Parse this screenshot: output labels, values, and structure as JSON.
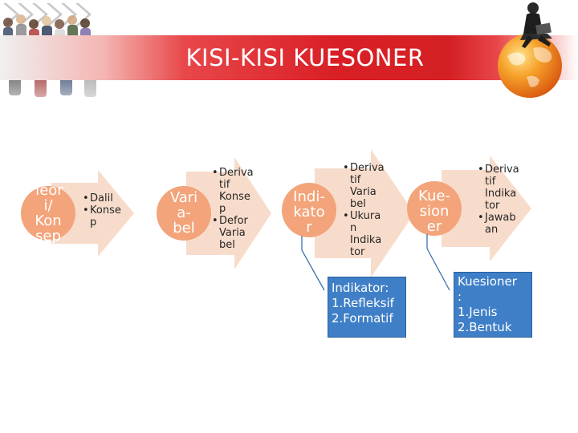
{
  "header": {
    "title": "KISI-KISI KUESONER"
  },
  "process": [
    {
      "name_lines": [
        "Teor",
        "i/",
        "Kon",
        "sep"
      ],
      "bullets": [
        "Dalil",
        "Konse p"
      ]
    },
    {
      "name_lines": [
        "Vari",
        "a-",
        "bel"
      ],
      "bullets": [
        "Deriva tif Konse p",
        "Defor Varia bel"
      ]
    },
    {
      "name_lines": [
        "Indi-",
        "kato",
        "r"
      ],
      "bullets": [
        "Deriva tif Varia bel",
        "Ukura n Indika tor"
      ],
      "callout_lines": [
        "Indikator:",
        "1.Refleksif",
        "2.Formatif"
      ]
    },
    {
      "name_lines": [
        "Kue-",
        "sion",
        "er"
      ],
      "bullets": [
        "Deriva tif Indika tor",
        "Jawab an"
      ],
      "callout_lines": [
        "Kuesioner",
        ":",
        "1.Jenis",
        "2.Bentuk"
      ]
    }
  ],
  "colors": {
    "accent_red": "#d42024",
    "arrow_fill": "#f8dccb",
    "name_circle": "#f3a47a",
    "callout_blue": "#3f7fc7"
  }
}
